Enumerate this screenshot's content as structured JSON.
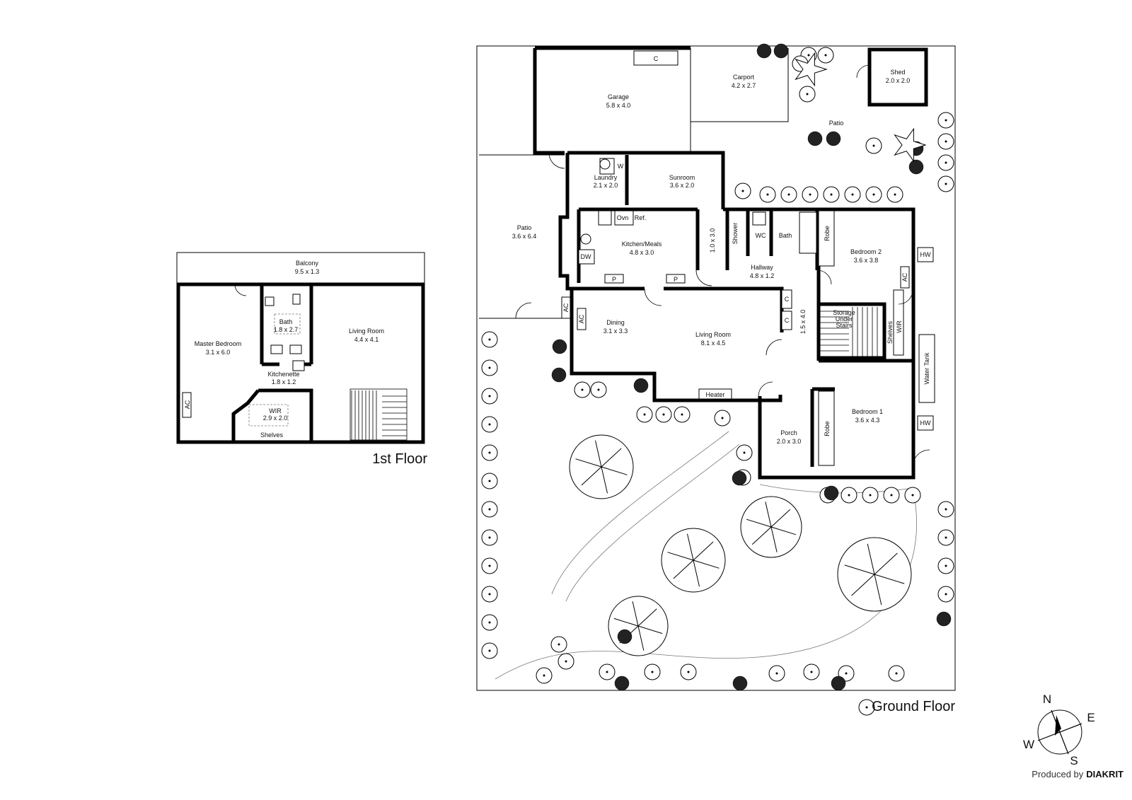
{
  "floors": {
    "first_title": "1st Floor",
    "ground_title": "Ground Floor"
  },
  "first_floor_rooms": [
    {
      "name": "Balcony",
      "dims": "9.5 x 1.3"
    },
    {
      "name": "Bath",
      "dims": "1.8 x 2.7"
    },
    {
      "name": "Living Room",
      "dims": "4.4 x 4.1"
    },
    {
      "name": "Master Bedroom",
      "dims": "3.1 x 6.0"
    },
    {
      "name": "Kitchenette",
      "dims": "1.8 x 1.2"
    },
    {
      "name": "WIR",
      "dims": "2.9 x 2.0"
    }
  ],
  "first_floor_labels": [
    "AC",
    "Shelves"
  ],
  "ground_floor_rooms": [
    {
      "name": "Garage",
      "dims": "5.8 x 4.0"
    },
    {
      "name": "Carport",
      "dims": "4.2 x 2.7"
    },
    {
      "name": "Shed",
      "dims": "2.0 x 2.0"
    },
    {
      "name": "Patio",
      "dims": ""
    },
    {
      "name": "Laundry",
      "dims": "2.1 x 2.0"
    },
    {
      "name": "Sunroom",
      "dims": "3.6 x 2.0"
    },
    {
      "name": "Patio",
      "dims": "3.6 x 6.4"
    },
    {
      "name": "Kitchen/Meals",
      "dims": "4.8 x 3.0"
    },
    {
      "name": "Hallway",
      "dims": "4.8 x 1.2"
    },
    {
      "name": "Bedroom 2",
      "dims": "3.6 x 3.8"
    },
    {
      "name": "Dining",
      "dims": "3.1 x 3.3"
    },
    {
      "name": "Living Room",
      "dims": "8.1 x 4.5"
    },
    {
      "name": "Porch",
      "dims": "2.0 x 3.0"
    },
    {
      "name": "Bedroom 1",
      "dims": "3.6 x 4.3"
    },
    {
      "name": "Storage Under Stairs",
      "dims": ""
    }
  ],
  "ground_floor_labels": {
    "c_garage": "C",
    "w": "W",
    "ovn": "Ovn",
    "ref": "Ref.",
    "dw": "DW",
    "p": "P",
    "ac": "AC",
    "c": "C",
    "shower": "Shower",
    "wc": "WC",
    "bath": "Bath",
    "robe": "Robe",
    "hw": "HW",
    "shelves": "Shelves",
    "wir": "WIR",
    "water_tank": "Water Tank",
    "heater": "Heater",
    "hall_dims": "1.0 x 3.0",
    "stair_dims": "1.5 x 4.0",
    "storage_1": "Storage",
    "storage_2": "Under",
    "storage_3": "Stairs"
  },
  "compass": {
    "n": "N",
    "e": "E",
    "s": "S",
    "w": "W"
  },
  "credit": {
    "prefix": "Produced by",
    "brand": "DIAKRIT"
  }
}
